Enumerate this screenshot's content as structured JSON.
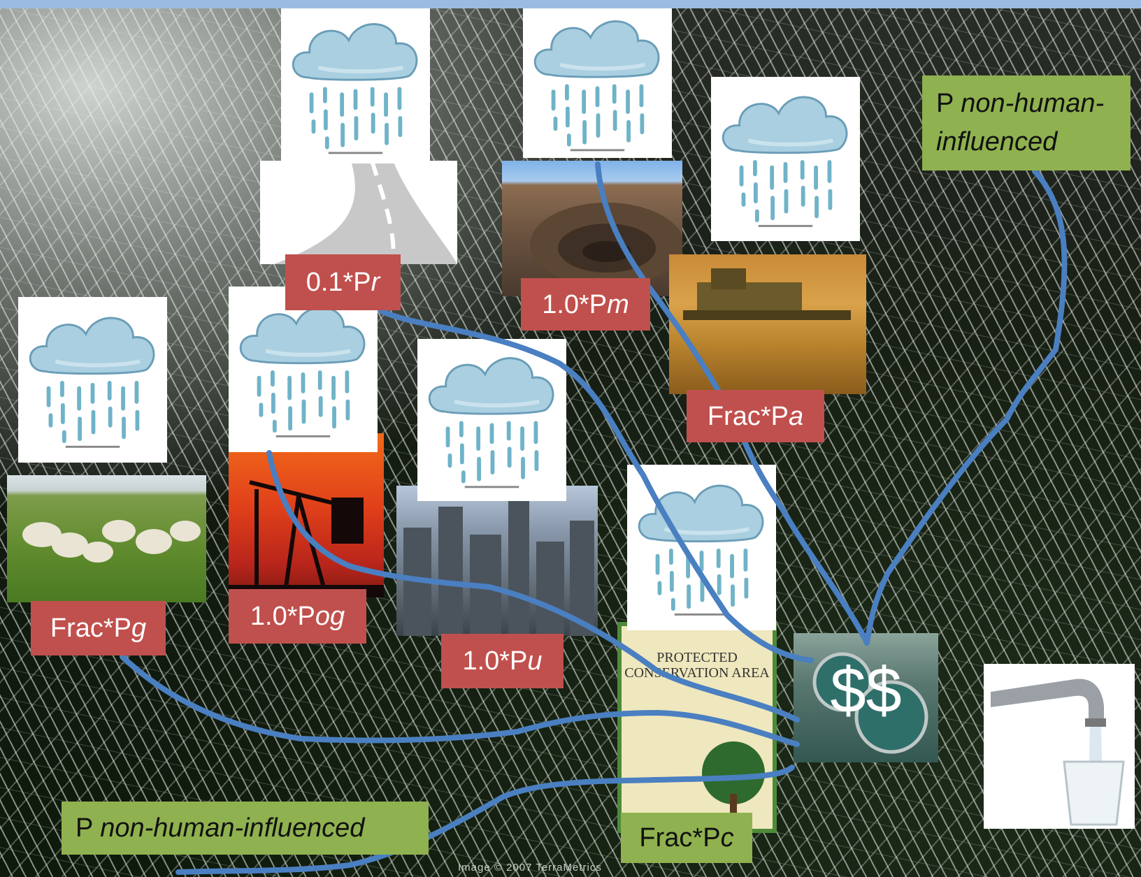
{
  "credit": "Image © 2007 TerraMetrics",
  "labels": {
    "pr": {
      "prefix": "0.1*P",
      "sub": "r"
    },
    "pm": {
      "prefix": "1.0*P",
      "sub": "m"
    },
    "pa": {
      "prefix": "Frac*P",
      "sub": "a"
    },
    "pg": {
      "prefix": "Frac*P",
      "sub": "g"
    },
    "pog": {
      "prefix": "1.0*P",
      "sub": "og"
    },
    "pu": {
      "prefix": "1.0*P",
      "sub": "u"
    },
    "pc": {
      "prefix": "Frac*P",
      "sub": "c"
    }
  },
  "nonhuman_top": {
    "line1_prefix": "P ",
    "line1_italic": "non-human-",
    "line2_italic": "influenced"
  },
  "nonhuman_bottom": {
    "prefix": "P ",
    "italic": "non-human-influenced"
  },
  "sign": {
    "line1": "PROTECTED",
    "line2": "CONSERVATION AREA"
  },
  "treatment": {
    "symbol": "$$"
  },
  "colors": {
    "red_label": "#c0504d",
    "green_label": "#8fb14f",
    "flow_line": "#4a7fc1"
  },
  "icons": [
    "rain-cloud-icon",
    "road-icon",
    "faucet-icon",
    "tree-icon"
  ]
}
